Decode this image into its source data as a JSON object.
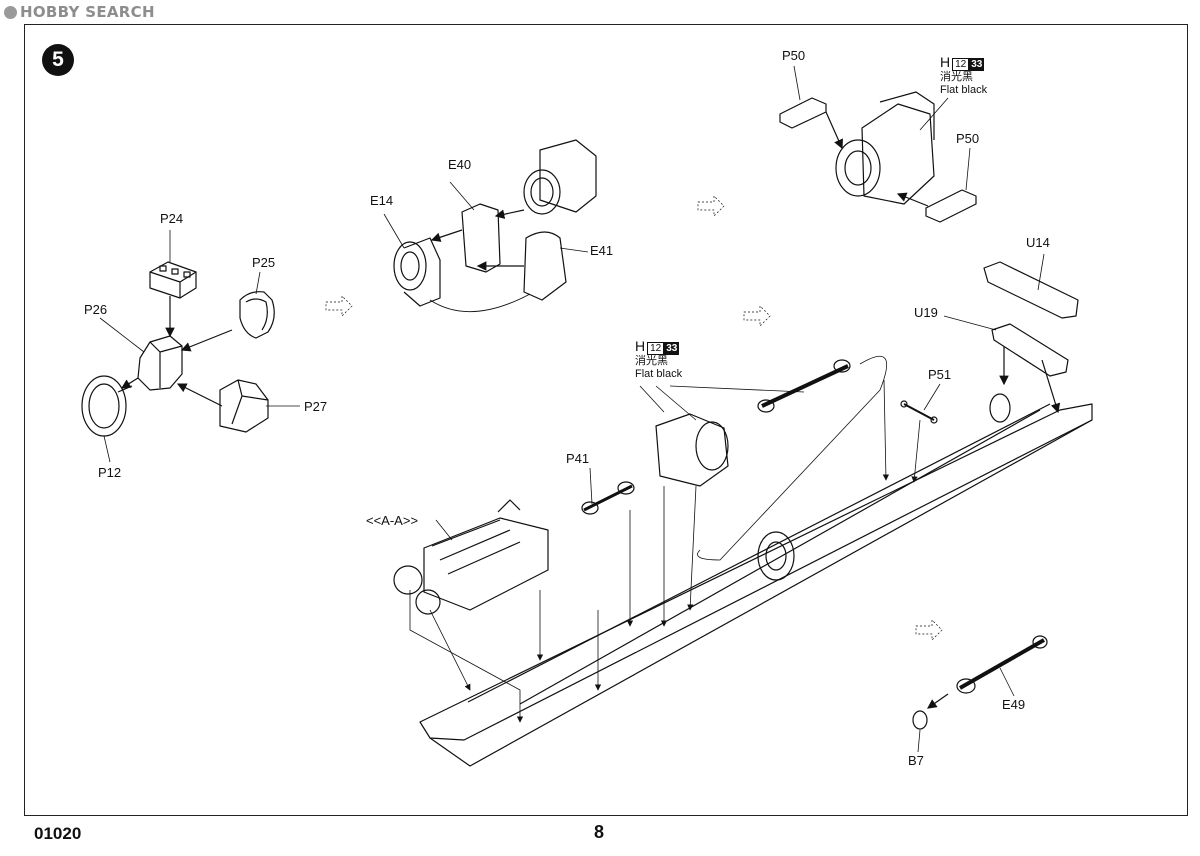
{
  "watermark": {
    "text": "HOBBY SEARCH"
  },
  "step_number": "5",
  "labels": {
    "p24": "P24",
    "p25": "P25",
    "p26": "P26",
    "p27": "P27",
    "p12": "P12",
    "e14": "E14",
    "e40": "E40",
    "e41": "E41",
    "p50_top": "P50",
    "p50_right": "P50",
    "u14": "U14",
    "u19": "U19",
    "p51": "P51",
    "p41": "P41",
    "aa": "<<A-A>>",
    "e49": "E49",
    "b7": "B7"
  },
  "paint_top": {
    "h": "H",
    "code": "12",
    "number": "33",
    "cn": "消光黑",
    "en": "Flat black"
  },
  "paint_mid": {
    "h": "H",
    "code": "12",
    "number": "33",
    "cn": "消光黑",
    "en": "Flat black"
  },
  "footer": {
    "code": "01020",
    "page": "8"
  },
  "colors": {
    "ink": "#111111",
    "watermark": "#8d8d8d"
  }
}
